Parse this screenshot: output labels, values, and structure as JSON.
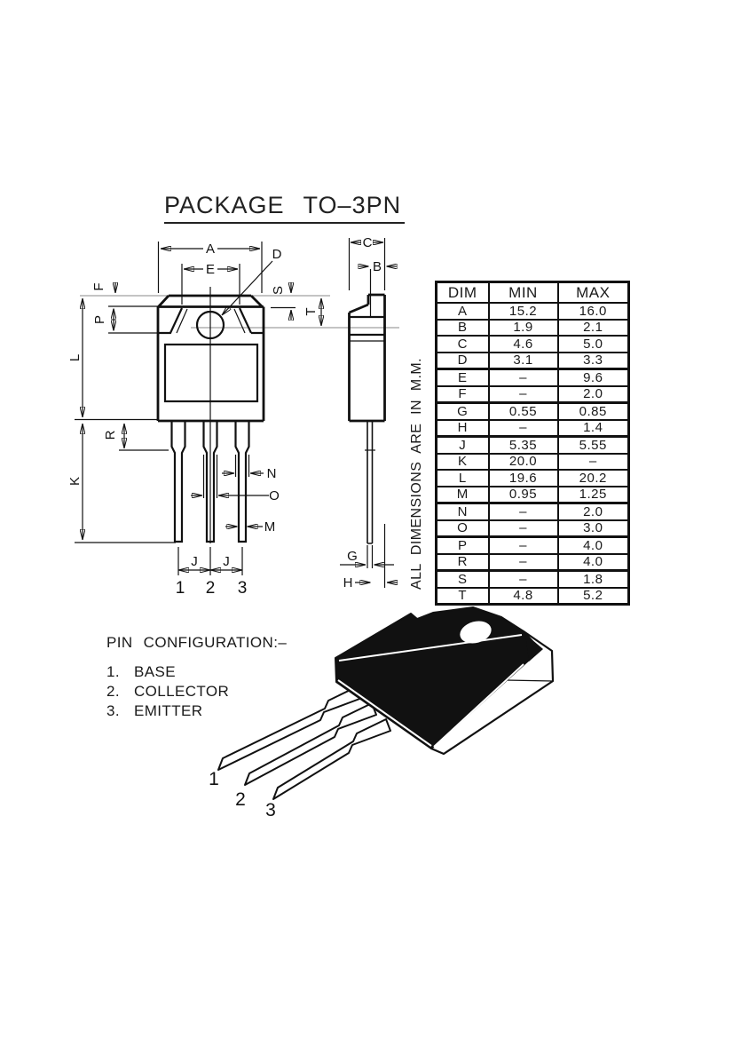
{
  "page": {
    "title": "PACKAGE TO–3PN"
  },
  "dim_table": {
    "headers": [
      "DIM",
      "MIN",
      "MAX"
    ],
    "rows": [
      [
        "A",
        "15.2",
        "16.0"
      ],
      [
        "B",
        "1.9",
        "2.1"
      ],
      [
        "C",
        "4.6",
        "5.0"
      ],
      [
        "D",
        "3.1",
        "3.3"
      ],
      [
        "E",
        "–",
        "9.6"
      ],
      [
        "F",
        "–",
        "2.0"
      ],
      [
        "G",
        "0.55",
        "0.85"
      ],
      [
        "H",
        "–",
        "1.4"
      ],
      [
        "J",
        "5.35",
        "5.55"
      ],
      [
        "K",
        "20.0",
        "–"
      ],
      [
        "L",
        "19.6",
        "20.2"
      ],
      [
        "M",
        "0.95",
        "1.25"
      ],
      [
        "N",
        "–",
        "2.0"
      ],
      [
        "O",
        "–",
        "3.0"
      ],
      [
        "P",
        "–",
        "4.0"
      ],
      [
        "R",
        "–",
        "4.0"
      ],
      [
        "S",
        "–",
        "1.8"
      ],
      [
        "T",
        "4.8",
        "5.2"
      ]
    ]
  },
  "units_note": "ALL DIMENSIONS ARE IN M.M.",
  "front_view": {
    "dims": {
      "A": "A",
      "E": "E",
      "D": "D",
      "F": "F",
      "P": "P",
      "L": "L",
      "K": "K",
      "R": "R",
      "S": "S",
      "T": "T",
      "N": "N",
      "O": "O",
      "M": "M",
      "J1": "J",
      "J2": "J"
    },
    "pins": {
      "p1": "1",
      "p2": "2",
      "p3": "3"
    }
  },
  "side_view": {
    "dims": {
      "C": "C",
      "B": "B",
      "G": "G",
      "H": "H"
    }
  },
  "pin_config": {
    "heading": "PIN CONFIGURATION:–",
    "items": [
      {
        "num": "1.",
        "label": "BASE"
      },
      {
        "num": "2.",
        "label": "COLLECTOR"
      },
      {
        "num": "3.",
        "label": "EMITTER"
      }
    ]
  },
  "iso_view": {
    "pins": {
      "p1": "1",
      "p2": "2",
      "p3": "3"
    }
  }
}
